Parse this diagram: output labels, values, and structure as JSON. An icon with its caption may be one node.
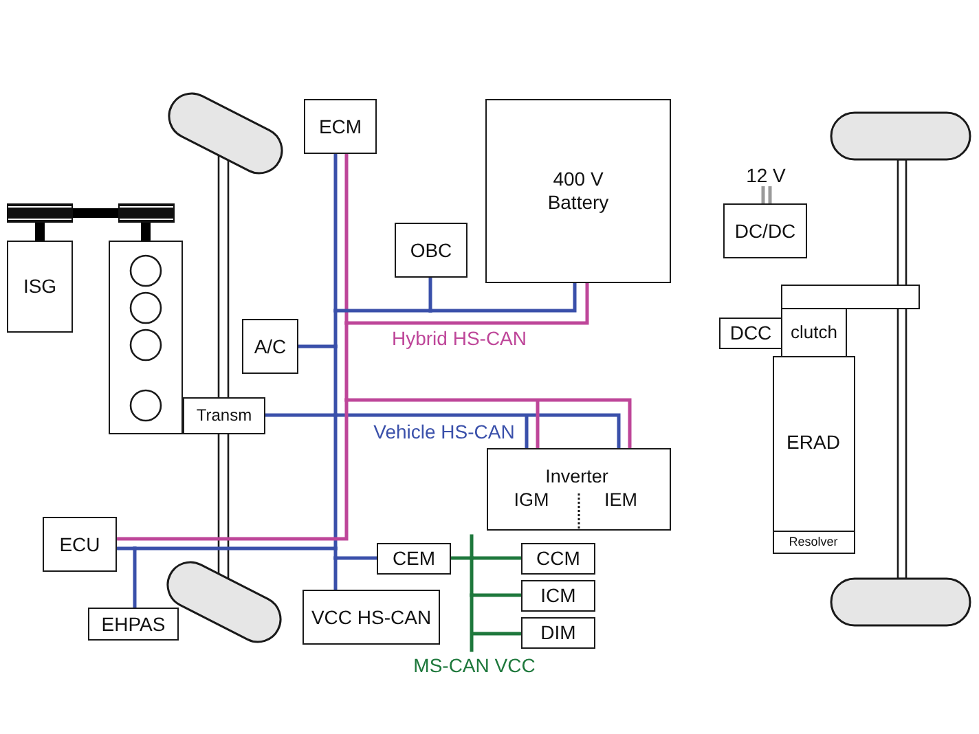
{
  "diagram": {
    "nodes": [
      {
        "text": [
          "ECM"
        ]
      },
      {
        "text": [
          "400 V Battery"
        ]
      },
      {
        "text": [
          "12 V"
        ]
      },
      {
        "text": [
          "DC/DC"
        ]
      },
      {
        "text": [
          "ISG"
        ]
      },
      {
        "text": [],
        "shape": "box"
      },
      {
        "text": [
          "OBC"
        ]
      },
      {
        "text": [],
        "shape": "box"
      },
      {
        "text": [
          "A/C"
        ]
      },
      {
        "text": [
          "DCC"
        ]
      },
      {
        "text": [
          "clutch"
        ]
      },
      {
        "text": [
          "ERAD"
        ]
      },
      {
        "text": [
          "Resolver"
        ],
        "in": 11
      },
      {
        "text": [
          "Transm"
        ]
      },
      {
        "text": [
          "Inverter",
          "IGM",
          "IEM"
        ]
      },
      {
        "text": [
          "ECU"
        ]
      },
      {
        "text": [
          "CEM"
        ]
      },
      {
        "text": [
          "CCM"
        ]
      },
      {
        "text": [
          "ICM"
        ]
      },
      {
        "text": [
          "DIM"
        ]
      },
      {
        "text": [
          "VCC HS-CAN"
        ]
      },
      {
        "text": [
          "EHPAS"
        ]
      }
    ],
    "edges": [
      {
        "from": 2,
        "to": 3,
        "arrow": "none",
        "color": "#9a9a9a"
      },
      {
        "from": 4,
        "to": 5,
        "arrow": "none",
        "style": "thick",
        "color": "#000000"
      },
      {
        "from": 0,
        "to": 20,
        "arrow": "none"
      },
      {
        "from": 0,
        "to": 6,
        "arrow": "none"
      },
      {
        "from": 0,
        "to": 1,
        "arrow": "none"
      },
      {
        "from": 0,
        "to": 1,
        "arrow": "none",
        "color": "#be4699"
      },
      {
        "from": 0,
        "to": 8,
        "arrow": "none"
      },
      {
        "from": 0,
        "to": 13,
        "arrow": "none"
      },
      {
        "from": 0,
        "to": 14,
        "arrow": "none"
      },
      {
        "from": 0,
        "to": 14,
        "arrow": "none",
        "color": "#be4699"
      },
      {
        "from": 0,
        "to": 15,
        "arrow": "none"
      },
      {
        "from": 0,
        "to": 15,
        "arrow": "none",
        "color": "#be4699"
      },
      {
        "from": 0,
        "to": 21,
        "arrow": "none"
      },
      {
        "from": 0,
        "to": 16,
        "arrow": "none"
      },
      {
        "from": 16,
        "to": 17,
        "arrow": "none",
        "color": "#1e783c"
      },
      {
        "from": 16,
        "to": 18,
        "arrow": "none",
        "color": "#1e783c"
      },
      {
        "from": 16,
        "to": 19,
        "arrow": "none",
        "color": "#1e783c"
      }
    ],
    "labels": [
      "Hybrid HS-CAN",
      "Vehicle HS-CAN",
      "MS-CAN VCC"
    ]
  }
}
